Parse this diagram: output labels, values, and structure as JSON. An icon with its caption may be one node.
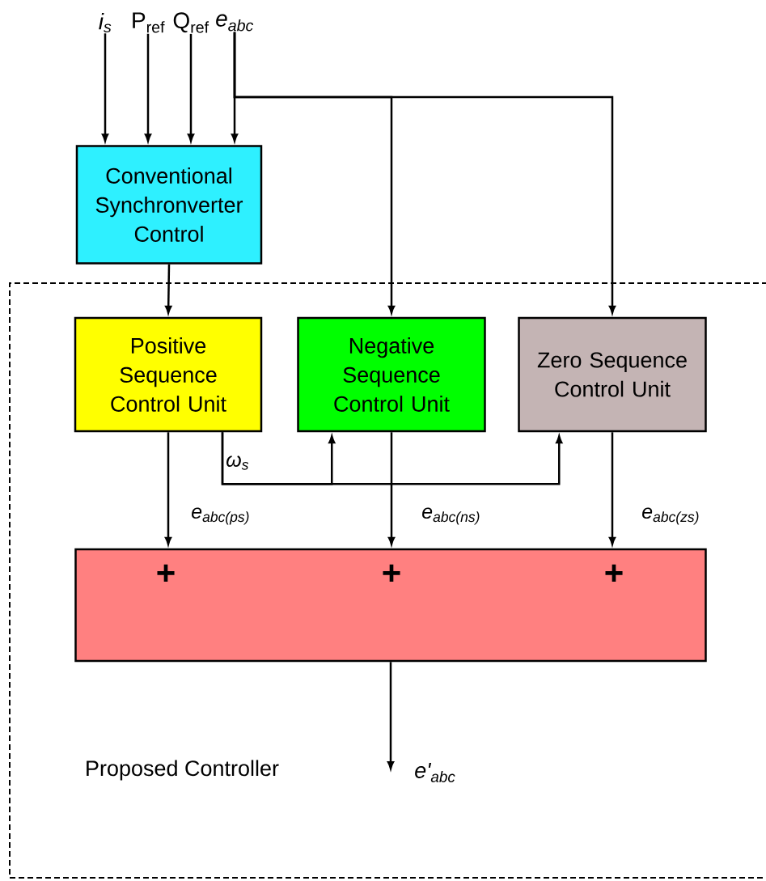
{
  "diagram": {
    "nodes": [
      {
        "text": [
          "i$_{s}$"
        ]
      },
      {
        "text": [
          "P$_{ref}$"
        ]
      },
      {
        "text": [
          "Q$_{ref}$"
        ]
      },
      {
        "text": [
          "e$_{abc}$"
        ]
      },
      {
        "text": [
          "Conventional Synchronverter Control"
        ]
      },
      {
        "text": [
          "Proposed Controller"
        ]
      },
      {
        "text": [
          "Positive Sequence Control Unit"
        ],
        "in": 5
      },
      {
        "text": [
          "Negative Sequence Control Unit"
        ],
        "in": 5
      },
      {
        "text": [
          "Zero Sequence Control Unit"
        ],
        "in": 5
      },
      {
        "text": [
          "+",
          "+",
          "+"
        ],
        "in": 5
      },
      {
        "text": [
          "e'$_{abc}$"
        ],
        "in": 5
      }
    ],
    "edges": [
      {
        "from": 0,
        "to": 4,
        "arrow": "to"
      },
      {
        "from": 1,
        "to": 4,
        "arrow": "to"
      },
      {
        "from": 2,
        "to": 4,
        "arrow": "to"
      },
      {
        "from": 3,
        "to": 4,
        "arrow": "to"
      },
      {
        "from": 3,
        "to": 7,
        "arrow": "to"
      },
      {
        "from": 3,
        "to": 8,
        "arrow": "to"
      },
      {
        "from": 4,
        "to": 6,
        "arrow": "to"
      },
      {
        "from": 6,
        "to": 7,
        "arrow": "to",
        "label": "ω$_{s}$"
      },
      {
        "from": 6,
        "to": 8,
        "arrow": "to"
      },
      {
        "from": 6,
        "to": 9,
        "arrow": "to",
        "label": "e$_{abc(ps)}$"
      },
      {
        "from": 7,
        "to": 9,
        "arrow": "to",
        "label": "e$_{abc(ns)}$"
      },
      {
        "from": 8,
        "to": 9,
        "arrow": "to",
        "label": "e$_{abc(zs)}$"
      },
      {
        "from": 9,
        "to": 10,
        "arrow": "to"
      }
    ]
  }
}
